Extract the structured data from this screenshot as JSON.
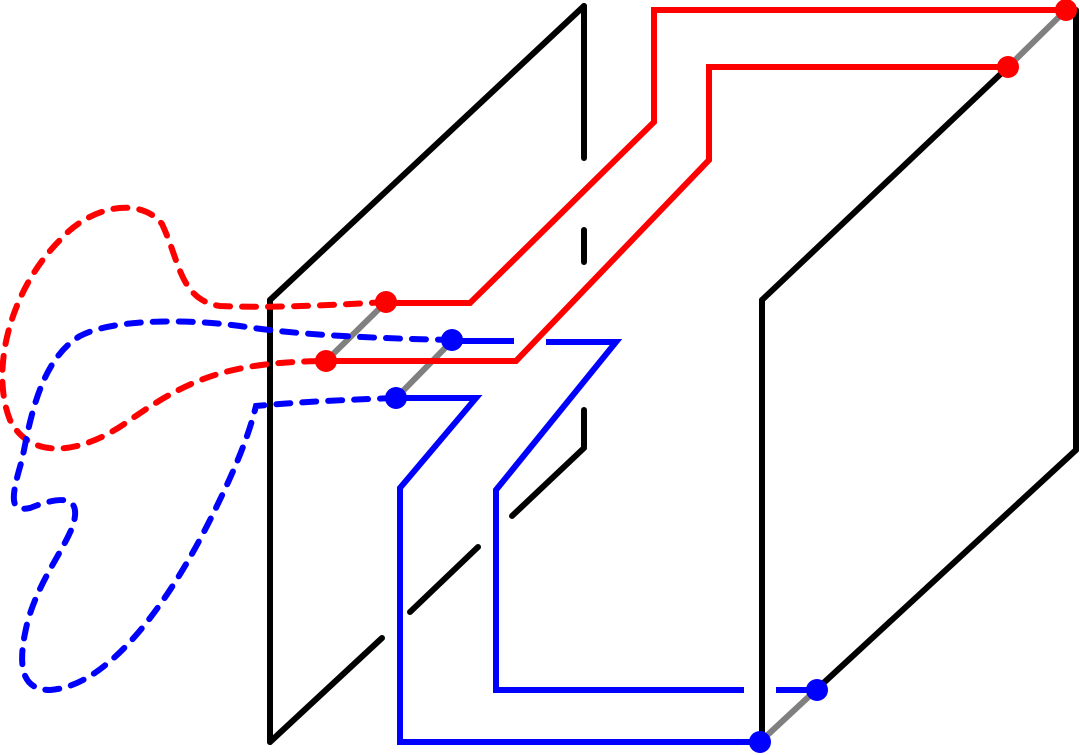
{
  "diagram": {
    "description_text": "",
    "colors": {
      "frame": "#000000",
      "red_strand": "#ff0000",
      "blue_strand": "#0000ff",
      "edge_segment": "#808080",
      "background": "#ffffff"
    },
    "elements": [
      "left-panel",
      "right-panel",
      "red-strand-outer",
      "red-strand-inner",
      "blue-strand-outer",
      "blue-strand-inner",
      "red-dashed-loop",
      "blue-dashed-loop"
    ]
  }
}
